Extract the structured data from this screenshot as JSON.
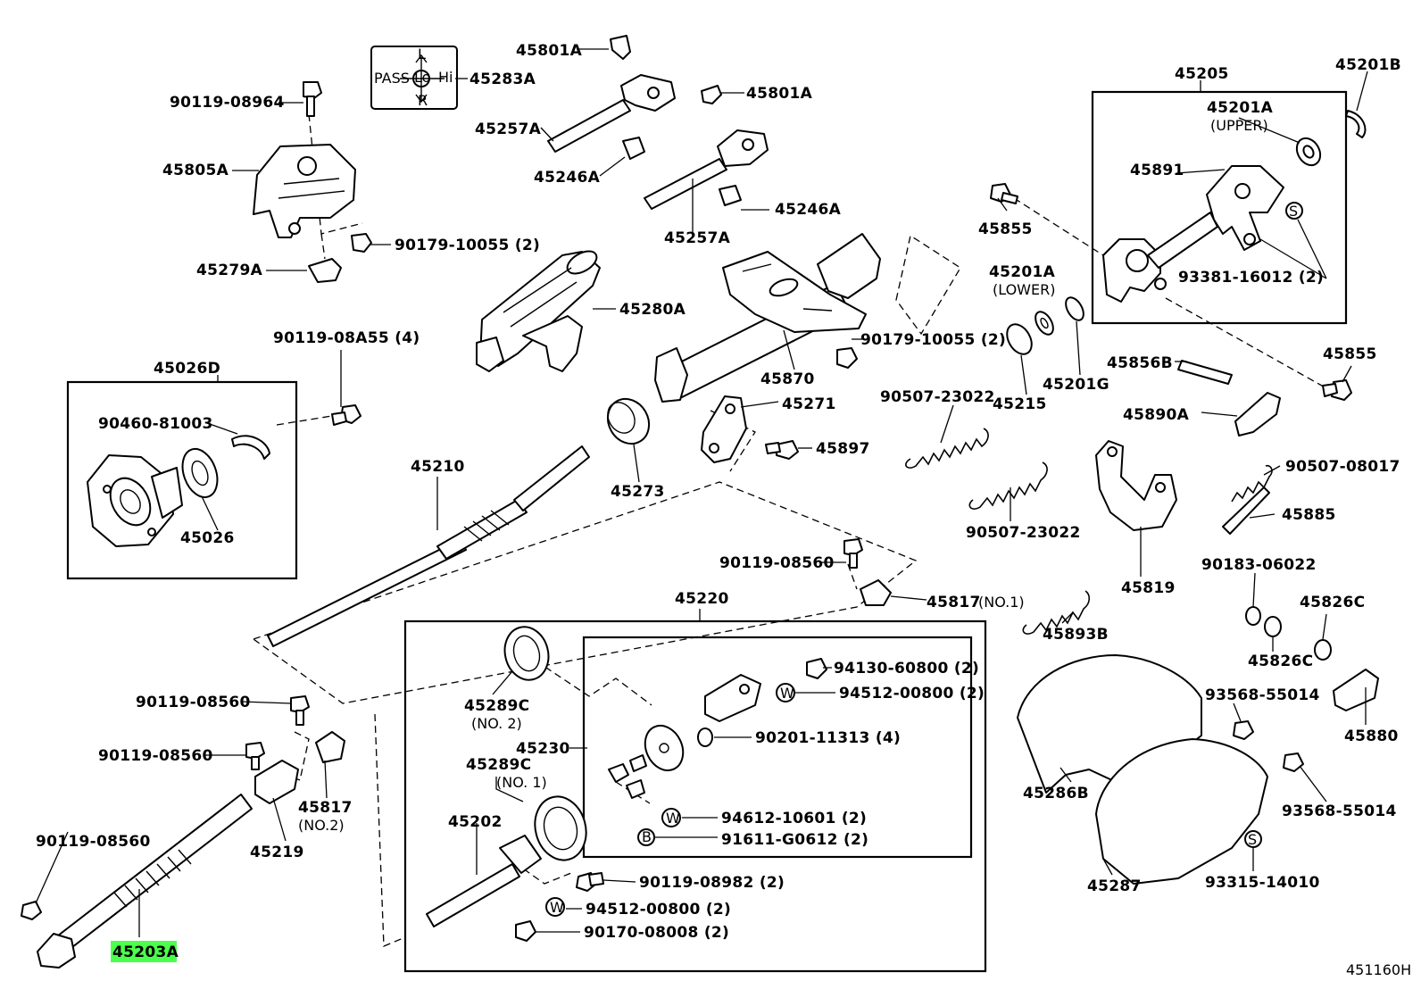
{
  "diagram": {
    "reference": "451160H",
    "highlighted_part": "45203A",
    "highlight_color": "#4cff4c",
    "switch_label": {
      "pass": "PASS",
      "l": "L",
      "lo": "Lo",
      "hi": "Hi",
      "r": "R"
    },
    "parts": {
      "p45801A_top": "45801A",
      "p45283A": "45283A",
      "p45801A_mid": "45801A",
      "p90119_08964": "90119-08964",
      "p45257A_top": "45257A",
      "p45805A": "45805A",
      "p45246A_left": "45246A",
      "p45246A_right": "45246A",
      "p45257A_mid": "45257A",
      "p90179_10055_top": "90179-10055 (2)",
      "p45279A": "45279A",
      "p45280A": "45280A",
      "p45205": "45205",
      "p45201B": "45201B",
      "p45201A_upper": "45201A",
      "upper_note": "(UPPER)",
      "p45891": "45891",
      "p45855_top": "45855",
      "p93381_16012": "93381-16012 (2)",
      "p45201A_lower": "45201A",
      "lower_note": "(LOWER)",
      "p90119_08A55": "90119-08A55 (4)",
      "p45026D": "45026D",
      "p90460_81003": "90460-81003",
      "p45026": "45026",
      "p90179_10055_mid": "90179-10055 (2)",
      "p45870": "45870",
      "p45271": "45271",
      "p45215": "45215",
      "p45201G": "45201G",
      "p45856B": "45856B",
      "p45855_right": "45855",
      "p90507_23022_a": "90507-23022",
      "p45897": "45897",
      "p45890A": "45890A",
      "p45210": "45210",
      "p45273": "45273",
      "p90507_08017": "90507-08017",
      "p90507_23022_b": "90507-23022",
      "p45885": "45885",
      "p90119_08560_top": "90119-08560",
      "p45819": "45819",
      "p90183_06022": "90183-06022",
      "p45220": "45220",
      "p45817_no1": "45817",
      "no1_note": "(NO.1)",
      "p45826C_a": "45826C",
      "p45893B": "45893B",
      "p45826C_b": "45826C",
      "p94130_60800": "94130-60800 (2)",
      "p94512_00800_a": "94512-00800 (2)",
      "p90119_08560_a": "90119-08560",
      "p45289C_no2": "45289C",
      "no2_note_a": "(NO. 2)",
      "p93568_55014_a": "93568-55014",
      "p45880": "45880",
      "p90201_11313": "90201-11313 (4)",
      "p90119_08560_b": "90119-08560",
      "p45230": "45230",
      "p45289C_no1": "45289C",
      "no1_note_b": "(NO. 1)",
      "p45817_no2": "45817",
      "no2_note_b": "(NO.2)",
      "p45286B": "45286B",
      "p93568_55014_b": "93568-55014",
      "p90119_08560_c": "90119-08560",
      "p45202": "45202",
      "p94612_10601": "94612-10601 (2)",
      "p91611_G0612": "91611-G0612 (2)",
      "p45219": "45219",
      "p90119_08982": "90119-08982 (2)",
      "p93315_14010": "93315-14010",
      "p45287": "45287",
      "p94512_00800_b": "94512-00800 (2)",
      "p90170_08008": "90170-08008 (2)",
      "p45203A": "45203A"
    }
  }
}
